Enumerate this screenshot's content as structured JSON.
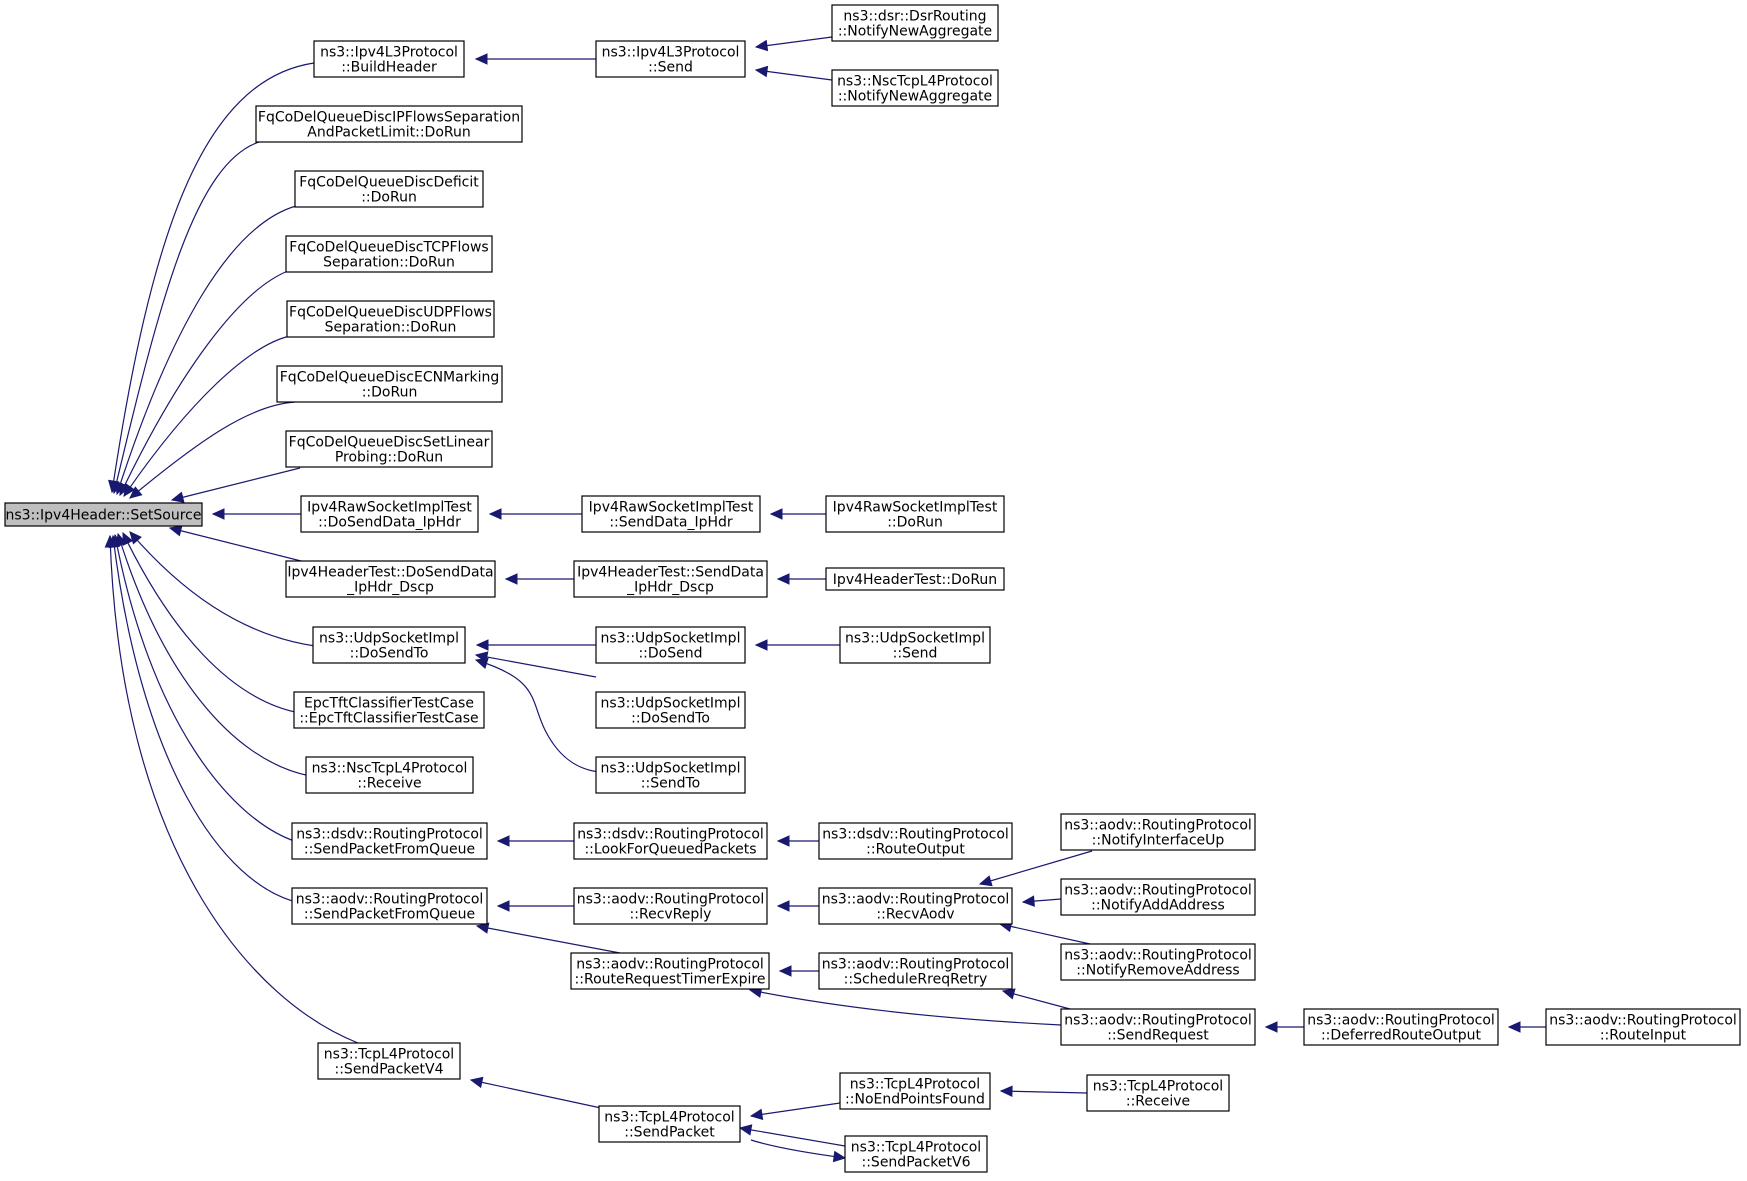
{
  "colors": {
    "edge": "#191970",
    "root_fill": "#bfbfbf",
    "node_fill": "#ffffff",
    "border": "#000000"
  },
  "nodes": {
    "root": [
      "ns3::Ipv4Header::SetSource"
    ],
    "bh": [
      "ns3::Ipv4L3Protocol",
      "::BuildHeader"
    ],
    "fq1": [
      "FqCoDelQueueDiscIPFlowsSeparation",
      "AndPacketLimit::DoRun"
    ],
    "fq2": [
      "FqCoDelQueueDiscDeficit",
      "::DoRun"
    ],
    "fq3": [
      "FqCoDelQueueDiscTCPFlows",
      "Separation::DoRun"
    ],
    "fq4": [
      "FqCoDelQueueDiscUDPFlows",
      "Separation::DoRun"
    ],
    "fq5": [
      "FqCoDelQueueDiscECNMarking",
      "::DoRun"
    ],
    "fq6": [
      "FqCoDelQueueDiscSetLinear",
      "Probing::DoRun"
    ],
    "raw1": [
      "Ipv4RawSocketImplTest",
      "::DoSendData_IpHdr"
    ],
    "ht1": [
      "Ipv4HeaderTest::DoSendData",
      "_IpHdr_Dscp"
    ],
    "udp1": [
      "ns3::UdpSocketImpl",
      "::DoSendTo"
    ],
    "epc": [
      "EpcTftClassifierTestCase",
      "::EpcTftClassifierTestCase"
    ],
    "nscr": [
      "ns3::NscTcpL4Protocol",
      "::Receive"
    ],
    "dsdv1": [
      "ns3::dsdv::RoutingProtocol",
      "::SendPacketFromQueue"
    ],
    "aodv1": [
      "ns3::aodv::RoutingProtocol",
      "::SendPacketFromQueue"
    ],
    "tcpv4": [
      "ns3::TcpL4Protocol",
      "::SendPacketV4"
    ],
    "send": [
      "ns3::Ipv4L3Protocol",
      "::Send"
    ],
    "dsrna": [
      "ns3::dsr::DsrRouting",
      "::NotifyNewAggregate"
    ],
    "nscna": [
      "ns3::NscTcpL4Protocol",
      "::NotifyNewAggregate"
    ],
    "raw2": [
      "Ipv4RawSocketImplTest",
      "::SendData_IpHdr"
    ],
    "raw3": [
      "Ipv4RawSocketImplTest",
      "::DoRun"
    ],
    "ht2": [
      "Ipv4HeaderTest::SendData",
      "_IpHdr_Dscp"
    ],
    "ht3": [
      "Ipv4HeaderTest::DoRun"
    ],
    "udpds": [
      "ns3::UdpSocketImpl",
      "::DoSend"
    ],
    "udpsend": [
      "ns3::UdpSocketImpl",
      "::Send"
    ],
    "udpdst": [
      "ns3::UdpSocketImpl",
      "::DoSendTo"
    ],
    "udpst": [
      "ns3::UdpSocketImpl",
      "::SendTo"
    ],
    "dsdv2": [
      "ns3::dsdv::RoutingProtocol",
      "::LookForQueuedPackets"
    ],
    "dsdv3": [
      "ns3::dsdv::RoutingProtocol",
      "::RouteOutput"
    ],
    "rrep": [
      "ns3::aodv::RoutingProtocol",
      "::RecvReply"
    ],
    "raodv": [
      "ns3::aodv::RoutingProtocol",
      "::RecvAodv"
    ],
    "nif": [
      "ns3::aodv::RoutingProtocol",
      "::NotifyInterfaceUp"
    ],
    "nadd": [
      "ns3::aodv::RoutingProtocol",
      "::NotifyAddAddress"
    ],
    "nrem": [
      "ns3::aodv::RoutingProtocol",
      "::NotifyRemoveAddress"
    ],
    "rrte": [
      "ns3::aodv::RoutingProtocol",
      "::RouteRequestTimerExpire"
    ],
    "srr": [
      "ns3::aodv::RoutingProtocol",
      "::ScheduleRreqRetry"
    ],
    "sreq": [
      "ns3::aodv::RoutingProtocol",
      "::SendRequest"
    ],
    "dro": [
      "ns3::aodv::RoutingProtocol",
      "::DeferredRouteOutput"
    ],
    "rin": [
      "ns3::aodv::RoutingProtocol",
      "::RouteInput"
    ],
    "tsp": [
      "ns3::TcpL4Protocol",
      "::SendPacket"
    ],
    "nepf": [
      "ns3::TcpL4Protocol",
      "::NoEndPointsFound"
    ],
    "trecv": [
      "ns3::TcpL4Protocol",
      "::Receive"
    ],
    "tspv6": [
      "ns3::TcpL4Protocol",
      "::SendPacketV6"
    ]
  }
}
